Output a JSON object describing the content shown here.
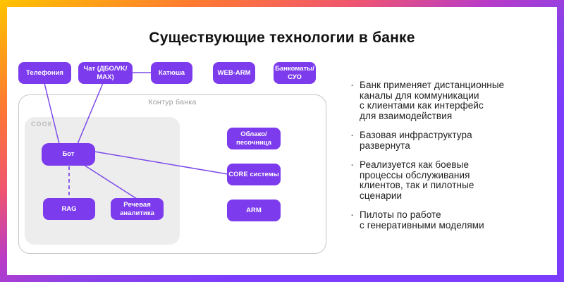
{
  "slide": {
    "title": "Существующие технологии в банке"
  },
  "colors": {
    "node_fill": "#7C3BEC",
    "node_text": "#FFFFFF",
    "connector": "#7C4BE8",
    "region_gray": "#EDEDED",
    "perimeter_border": "#C6C6C6",
    "border_gradient": [
      "#FFC400",
      "#FF7B30",
      "#EF5570",
      "#B83BC8",
      "#8B41E8",
      "#7B3CFE"
    ]
  },
  "diagram": {
    "perimeter_label": "Контур банка",
    "region_label": "СООК",
    "top_nodes": [
      {
        "label": "Телефония"
      },
      {
        "label": "Чат (ДБО/VK/\nMAX)"
      },
      {
        "label": "Катюша"
      },
      {
        "label": "WEB-ARM"
      },
      {
        "label": "Банкоматы/\nСУО"
      }
    ],
    "inner_nodes": {
      "bot": "Бот",
      "rag": "RAG",
      "speech": "Речевая\nаналитика",
      "cloud": "Облако/\nпесочница",
      "core": "CORE системы",
      "arm": "ARM"
    }
  },
  "bullet_marker": "·",
  "bullets": [
    {
      "text": "Банк применяет дистанционные\nканалы для коммуникации\nс клиентами как интерфейс\nдля взаимодействия"
    },
    {
      "text": "Базовая инфраструктура\nразвернута"
    },
    {
      "text": "Реализуется как боевые\nпроцессы обслуживания\nклиентов, так и пилотные\nсценарии"
    },
    {
      "text": "Пилоты по работе\nс генеративными моделями"
    }
  ]
}
